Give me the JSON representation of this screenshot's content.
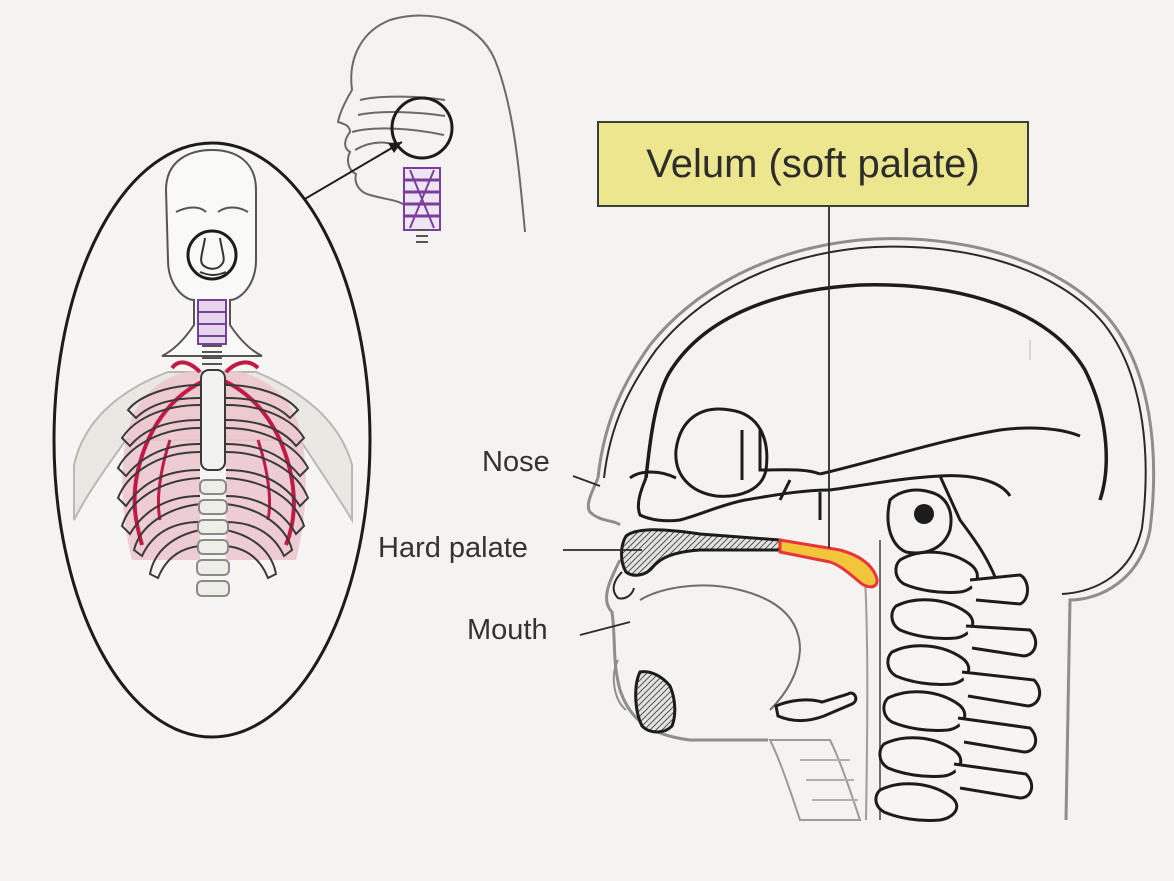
{
  "labels": {
    "velum": "Velum (soft palate)",
    "nose": "Nose",
    "hard_palate": "Hard palate",
    "mouth": "Mouth"
  },
  "colors": {
    "background": "#f4f3f1",
    "line": "#1c1c1c",
    "faint_line": "#9c9c9a",
    "velum_fill": "#f2c53b",
    "velum_outline": "#e8353a",
    "label_box": "#ece68e",
    "airway_purple": "#7a3f9a",
    "rib_red": "#c21a46",
    "lung_pink": "#ecc4cc"
  }
}
